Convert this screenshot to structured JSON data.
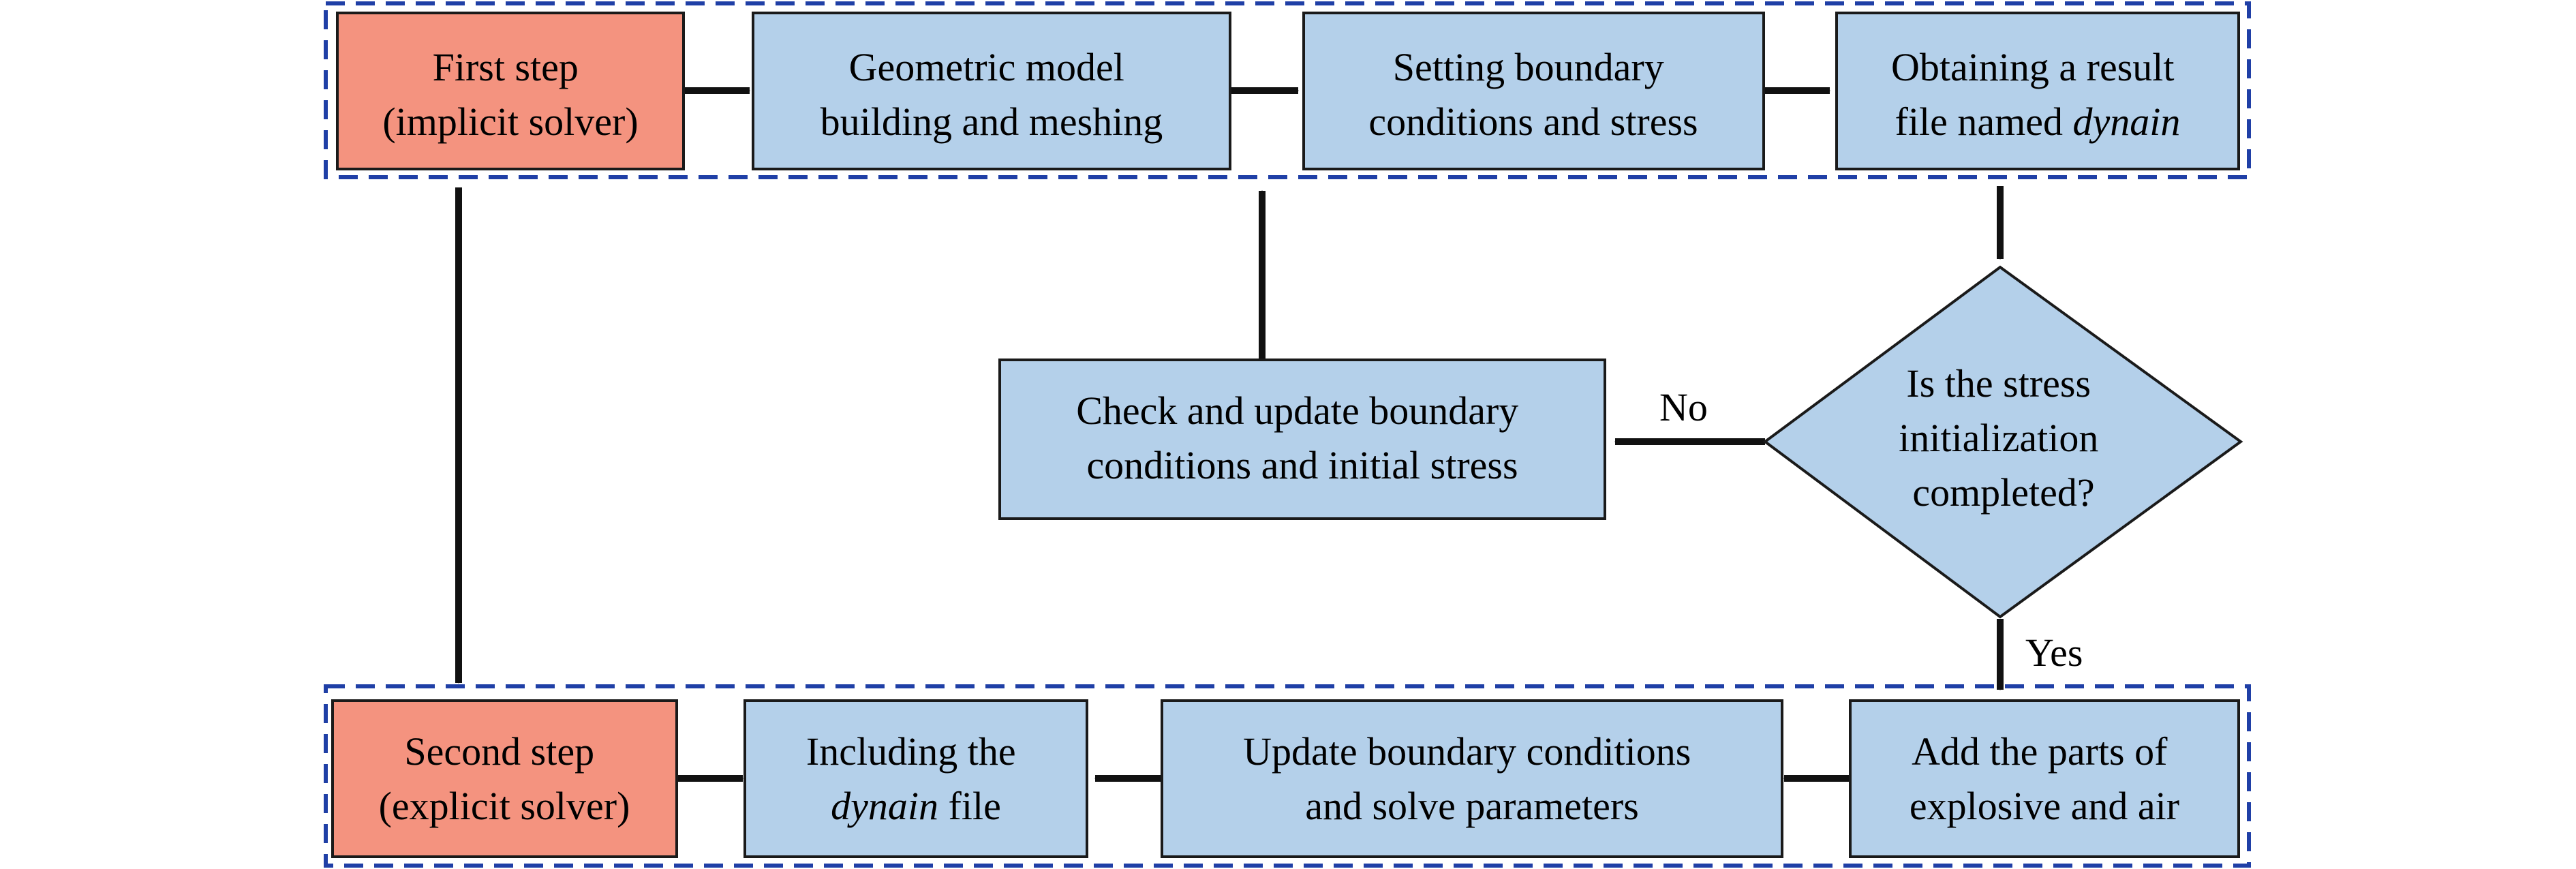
{
  "colors": {
    "start_fill": "#F4937F",
    "process_fill": "#B4D0EA",
    "stroke": "#1A1A1A",
    "group_border": "#1F3FA6",
    "arrow": "#111111"
  },
  "nodes": {
    "first_step": {
      "line1": "First step",
      "line2": "(implicit solver)"
    },
    "geometric_model": {
      "line1": "Geometric model",
      "line2": "building and meshing"
    },
    "setting_boundary": {
      "line1": "Setting boundary",
      "line2": "conditions and stress"
    },
    "obtaining_result": {
      "line1": "Obtaining a result",
      "line2a": "file named ",
      "line2b": "dynain"
    },
    "decision": {
      "line1": "Is the stress",
      "line2": "initialization",
      "line3": "completed?"
    },
    "check_update": {
      "line1": "Check and update boundary",
      "line2": "conditions and initial stress"
    },
    "add_parts": {
      "line1": "Add the parts of",
      "line2": "explosive and air"
    },
    "update_boundary": {
      "line1": "Update boundary conditions",
      "line2": "and solve parameters"
    },
    "including_dynain": {
      "line1": "Including the",
      "line2a": "dynain",
      "line2b": " file"
    },
    "second_step": {
      "line1": "Second step",
      "line2": "(explicit solver)"
    }
  },
  "edge_labels": {
    "no": "No",
    "yes": "Yes"
  }
}
